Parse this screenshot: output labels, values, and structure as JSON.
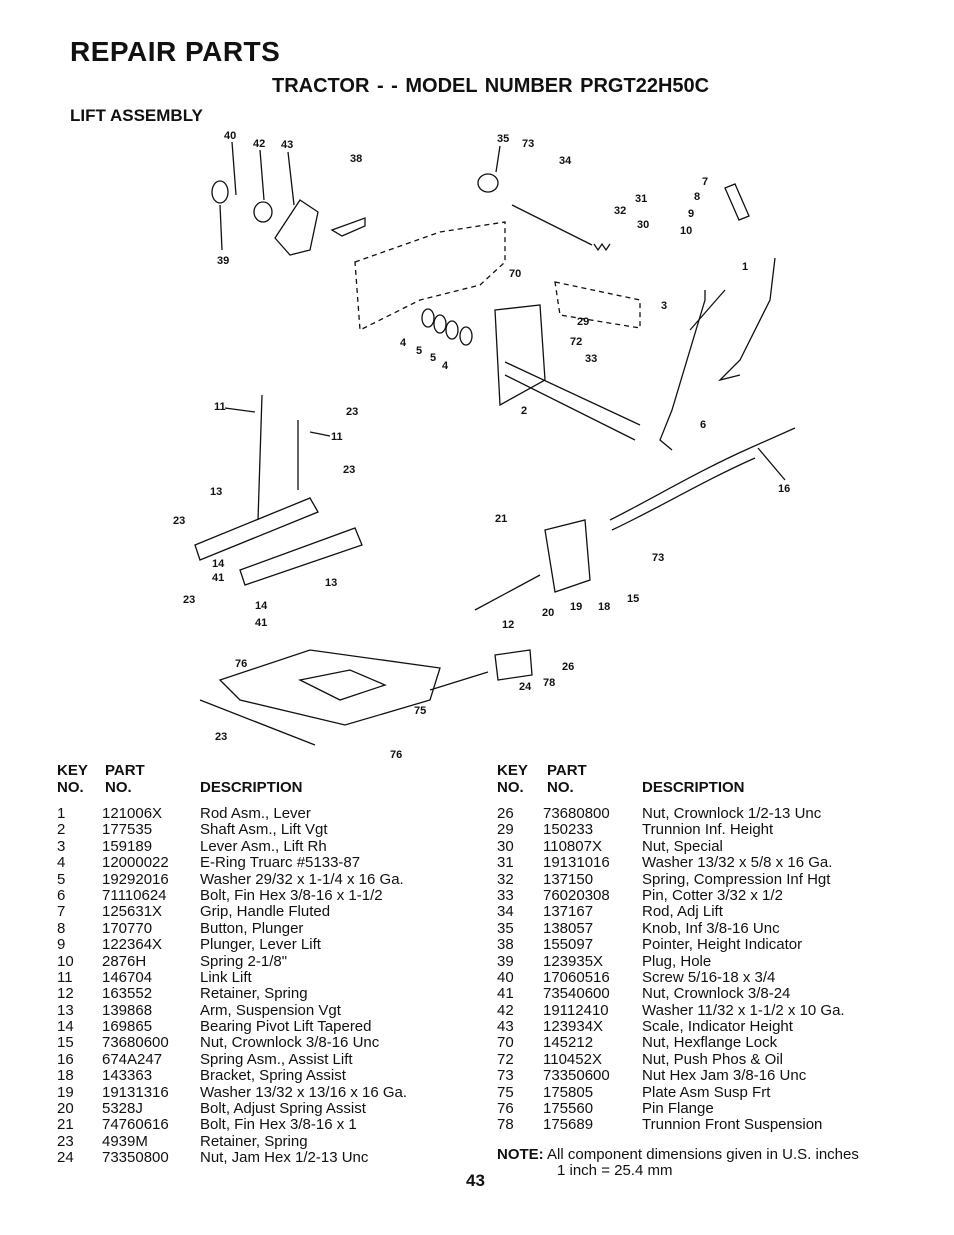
{
  "header": {
    "title": "REPAIR PARTS",
    "subtitle": "TRACTOR - - MODEL NUMBER PRGT22H50C",
    "section": "LIFT ASSEMBLY"
  },
  "columns": {
    "key_top": "KEY",
    "key_bottom": "NO.",
    "part_top": "PART",
    "part_bottom": "NO.",
    "description": "DESCRIPTION"
  },
  "parts_left": [
    {
      "key": "1",
      "part": "121006X",
      "desc": "Rod Asm., Lever"
    },
    {
      "key": "2",
      "part": "177535",
      "desc": "Shaft Asm., Lift Vgt"
    },
    {
      "key": "3",
      "part": "159189",
      "desc": "Lever Asm., Lift Rh"
    },
    {
      "key": "4",
      "part": "12000022",
      "desc": "E-Ring Truarc #5133-87"
    },
    {
      "key": "5",
      "part": "19292016",
      "desc": "Washer  29/32 x 1-1/4 x 16 Ga."
    },
    {
      "key": "6",
      "part": "71110624",
      "desc": "Bolt, Fin Hex  3/8-16 x 1-1/2"
    },
    {
      "key": "7",
      "part": "125631X",
      "desc": "Grip, Handle Fluted"
    },
    {
      "key": "8",
      "part": "170770",
      "desc": "Button, Plunger"
    },
    {
      "key": "9",
      "part": "122364X",
      "desc": "Plunger, Lever Lift"
    },
    {
      "key": "10",
      "part": "2876H",
      "desc": "Spring  2-1/8\""
    },
    {
      "key": "11",
      "part": "146704",
      "desc": "Link Lift"
    },
    {
      "key": "12",
      "part": "163552",
      "desc": "Retainer, Spring"
    },
    {
      "key": "13",
      "part": "139868",
      "desc": "Arm, Suspension Vgt"
    },
    {
      "key": "14",
      "part": "169865",
      "desc": "Bearing Pivot Lift Tapered"
    },
    {
      "key": "15",
      "part": "73680600",
      "desc": "Nut, Crownlock  3/8-16 Unc"
    },
    {
      "key": "16",
      "part": "674A247",
      "desc": "Spring Asm., Assist Lift"
    },
    {
      "key": "18",
      "part": "143363",
      "desc": "Bracket, Spring Assist"
    },
    {
      "key": "19",
      "part": "19131316",
      "desc": "Washer  13/32 x 13/16 x 16 Ga."
    },
    {
      "key": "20",
      "part": "5328J",
      "desc": "Bolt, Adjust Spring Assist"
    },
    {
      "key": "21",
      "part": "74760616",
      "desc": "Bolt, Fin Hex  3/8-16 x 1"
    },
    {
      "key": "23",
      "part": "4939M",
      "desc": "Retainer, Spring"
    },
    {
      "key": "24",
      "part": "73350800",
      "desc": "Nut, Jam Hex  1/2-13 Unc"
    }
  ],
  "parts_right": [
    {
      "key": "26",
      "part": "73680800",
      "desc": "Nut, Crownlock  1/2-13 Unc"
    },
    {
      "key": "29",
      "part": "150233",
      "desc": "Trunnion Inf. Height"
    },
    {
      "key": "30",
      "part": "110807X",
      "desc": "Nut, Special"
    },
    {
      "key": "31",
      "part": "19131016",
      "desc": "Washer  13/32 x 5/8 x 16 Ga."
    },
    {
      "key": "32",
      "part": "137150",
      "desc": "Spring, Compression Inf Hgt"
    },
    {
      "key": "33",
      "part": "76020308",
      "desc": "Pin, Cotter  3/32 x 1/2"
    },
    {
      "key": "34",
      "part": "137167",
      "desc": "Rod, Adj Lift"
    },
    {
      "key": "35",
      "part": "138057",
      "desc": "Knob, Inf  3/8-16 Unc"
    },
    {
      "key": "38",
      "part": "155097",
      "desc": "Pointer, Height Indicator"
    },
    {
      "key": "39",
      "part": "123935X",
      "desc": "Plug, Hole"
    },
    {
      "key": "40",
      "part": "17060516",
      "desc": "Screw  5/16-18 x 3/4"
    },
    {
      "key": "41",
      "part": "73540600",
      "desc": "Nut, Crownlock 3/8-24"
    },
    {
      "key": "42",
      "part": "19112410",
      "desc": "Washer  11/32 x 1-1/2 x 10 Ga."
    },
    {
      "key": "43",
      "part": "123934X",
      "desc": "Scale, Indicator Height"
    },
    {
      "key": "70",
      "part": "145212",
      "desc": "Nut, Hexflange Lock"
    },
    {
      "key": "72",
      "part": "110452X",
      "desc": "Nut, Push Phos & Oil"
    },
    {
      "key": "73",
      "part": "73350600",
      "desc": "Nut Hex Jam 3/8-16 Unc"
    },
    {
      "key": "75",
      "part": "175805",
      "desc": "Plate Asm Susp Frt"
    },
    {
      "key": "76",
      "part": "175560",
      "desc": "Pin Flange"
    },
    {
      "key": "78",
      "part": "175689",
      "desc": "Trunnion Front Suspension"
    }
  ],
  "note": {
    "label": "NOTE:",
    "line1": "All component dimensions given in U.S. inches",
    "line2": "1 inch = 25.4 mm"
  },
  "page_number": "43",
  "diagram_callouts": [
    "40",
    "42",
    "43",
    "38",
    "35",
    "73",
    "34",
    "7",
    "8",
    "9",
    "10",
    "31",
    "32",
    "30",
    "1",
    "39",
    "70",
    "29",
    "72",
    "33",
    "3",
    "4",
    "5",
    "5",
    "4",
    "2",
    "11",
    "23",
    "11",
    "6",
    "16",
    "23",
    "13",
    "21",
    "23",
    "14",
    "41",
    "13",
    "73",
    "23",
    "14",
    "41",
    "15",
    "20",
    "19",
    "18",
    "12",
    "76",
    "26",
    "24",
    "78",
    "75",
    "23",
    "76"
  ]
}
